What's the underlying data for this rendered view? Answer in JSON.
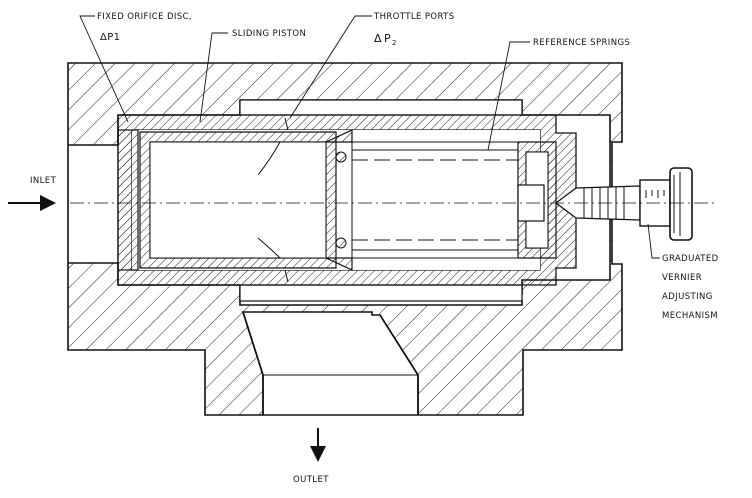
{
  "labels": {
    "fixed_orifice": "FIXED ORIFICE DISC,",
    "delta_p1": "ΔP1",
    "sliding_piston": "SLIDING PISTON",
    "throttle_ports": "THROTTLE PORTS",
    "delta_p2_symbol": "Δ",
    "delta_p2_p": "P",
    "delta_p2_sub": "2",
    "reference_springs": "REFERENCE SPRINGS",
    "inlet": "INLET",
    "outlet": "OUTLET",
    "graduated_line1": "GRADUATED",
    "graduated_line2": "VERNIER",
    "graduated_line3": "ADJUSTING",
    "graduated_line4": "MECHANISM"
  }
}
